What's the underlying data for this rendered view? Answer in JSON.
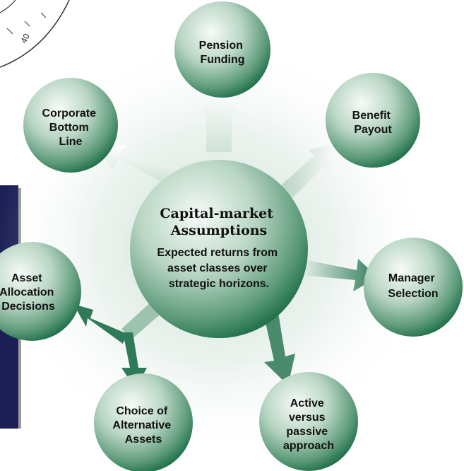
{
  "center": {
    "title_lines": [
      "Capital-market",
      "Assumptions"
    ],
    "subtitle_lines": [
      "Expected returns from",
      "asset classes over",
      "strategic horizons."
    ]
  },
  "nodes": {
    "pension_funding": [
      "Pension",
      "Funding"
    ],
    "corporate_bottom_line": [
      "Corporate",
      "Bottom",
      "Line"
    ],
    "benefit_payout": [
      "Benefit",
      "Payout"
    ],
    "manager_selection": [
      "Manager",
      "Selection"
    ],
    "active_vs_passive": [
      "Active",
      "versus",
      "passive",
      "approach"
    ],
    "alternative_assets": [
      "Choice of",
      "Alternative",
      "Assets"
    ],
    "asset_allocation": [
      "Asset",
      "Allocation",
      "Decisions"
    ]
  },
  "ruler": {
    "label": "40"
  },
  "colors": {
    "panel": "#1c1f55",
    "sphere_light": "#f6fbf8",
    "sphere_mid": "#9cc3ad",
    "sphere_dark": "#1d6e47",
    "arrow_dark": "#2f7a58",
    "arrow_light": "#f5faf7"
  }
}
